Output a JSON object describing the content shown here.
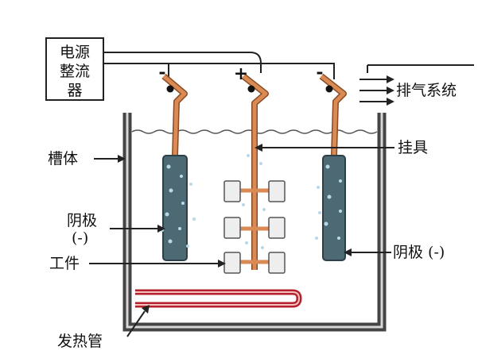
{
  "labels": {
    "power_supply": [
      "电源",
      "整流",
      "器"
    ],
    "tank": "槽体",
    "cathode_left": [
      "阴极",
      "(-)"
    ],
    "workpiece": "工件",
    "heater": "发热管",
    "exhaust": "排气系统",
    "rack": "挂具",
    "cathode_right": "阴极 (-)"
  },
  "signs": {
    "left": "-",
    "middle": "+",
    "right": "-"
  },
  "colors": {
    "cathode": "#4d6a74",
    "rack": "#d98a55",
    "rack_outline": "#8a4b22",
    "heater": "#b3222a",
    "tank_wall": "#444444",
    "bubble": "#b9d8ea"
  }
}
